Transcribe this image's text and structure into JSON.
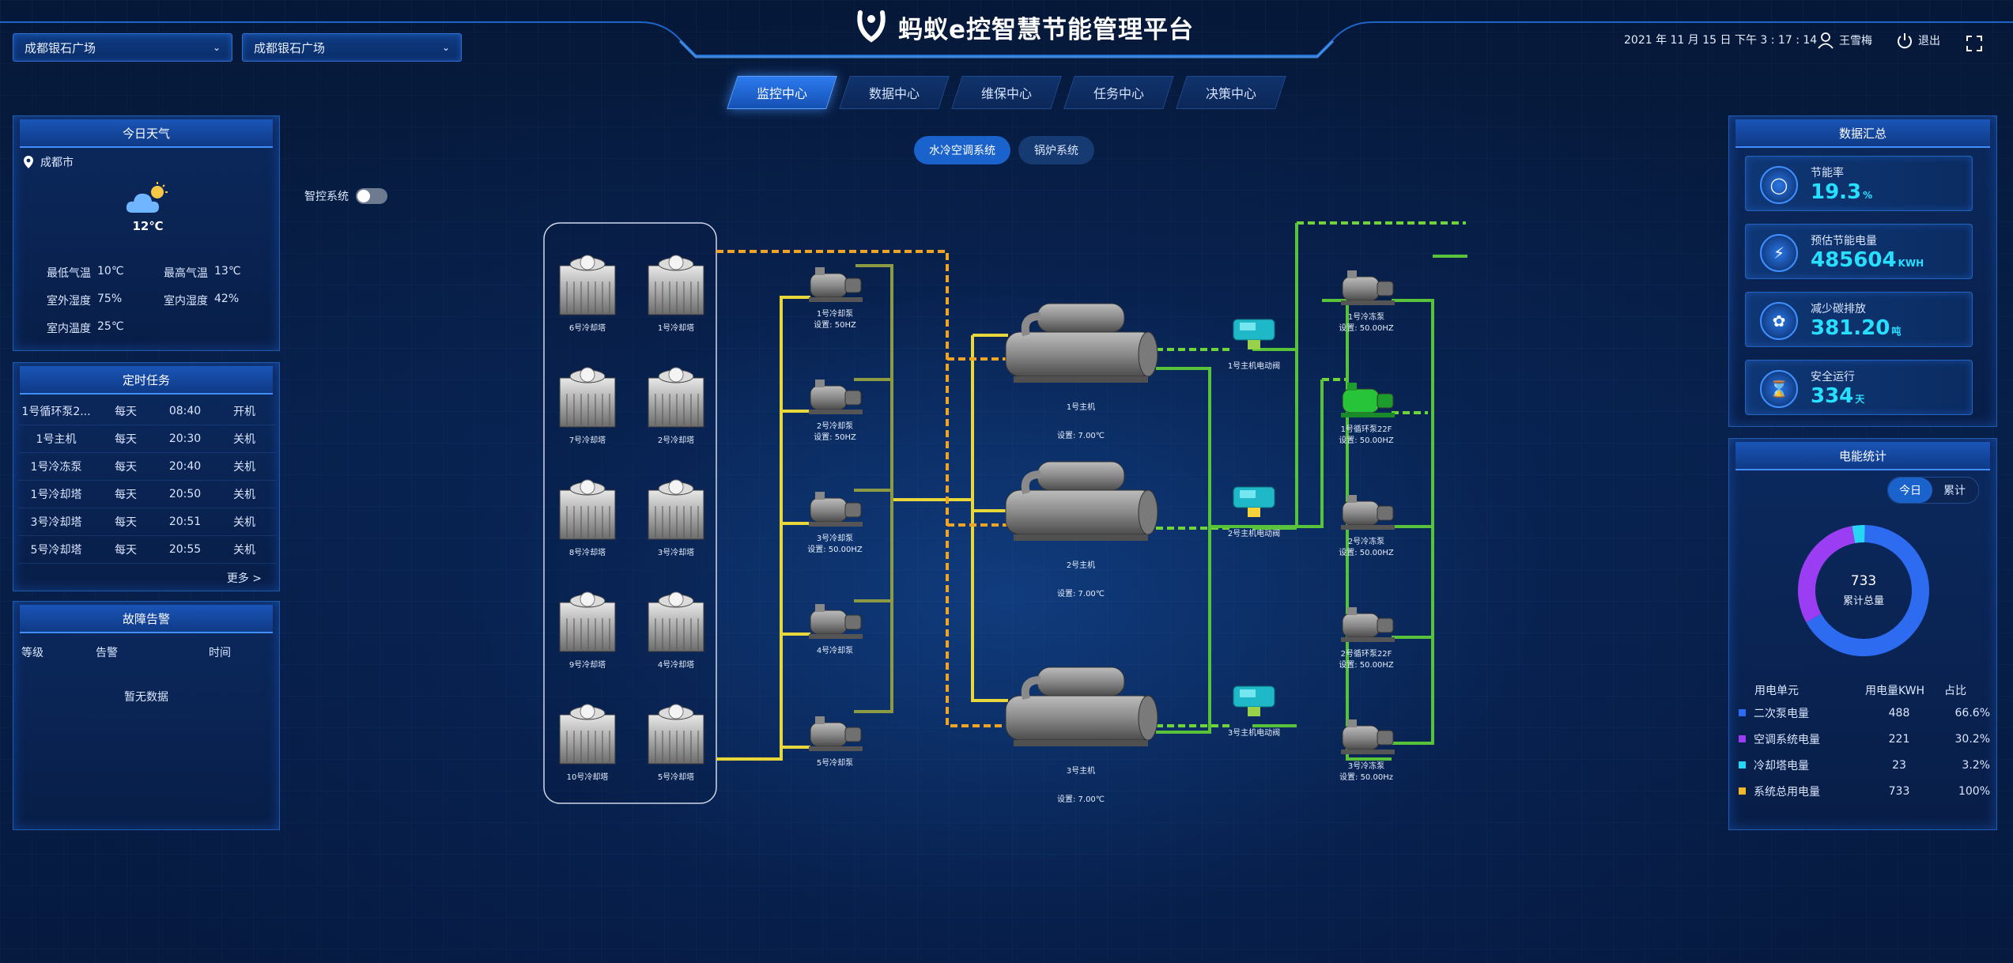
{
  "header": {
    "title": "蚂蚁e控智慧节能管理平台",
    "select1": "成都银石广场",
    "select2": "成都银石广场",
    "datetime": "2021 年 11 月 15 日 下午 3 : 17 : 14",
    "user": "王雪梅",
    "logout": "退出"
  },
  "tabs": [
    "监控中心",
    "数据中心",
    "维保中心",
    "任务中心",
    "决策中心"
  ],
  "subsystems": [
    "水冷空调系统",
    "锅炉系统"
  ],
  "smart_control_label": "智控系统",
  "weather": {
    "title": "今日天气",
    "city": "成都市",
    "temp": "12℃",
    "min_label": "最低气温",
    "min_value": "10℃",
    "max_label": "最高气温",
    "max_value": "13℃",
    "out_hum_label": "室外湿度",
    "out_hum_value": "75%",
    "in_hum_label": "室内湿度",
    "in_hum_value": "42%",
    "in_temp_label": "室内温度",
    "in_temp_value": "25℃"
  },
  "tasks": {
    "title": "定时任务",
    "rows": [
      {
        "name": "1号循环泵2...",
        "freq": "每天",
        "time": "08:40",
        "action": "开机"
      },
      {
        "name": "1号主机",
        "freq": "每天",
        "time": "20:30",
        "action": "关机"
      },
      {
        "name": "1号冷冻泵",
        "freq": "每天",
        "time": "20:40",
        "action": "关机"
      },
      {
        "name": "1号冷却塔",
        "freq": "每天",
        "time": "20:50",
        "action": "关机"
      },
      {
        "name": "3号冷却塔",
        "freq": "每天",
        "time": "20:51",
        "action": "关机"
      },
      {
        "name": "5号冷却塔",
        "freq": "每天",
        "time": "20:55",
        "action": "关机"
      }
    ],
    "more": "更多 >"
  },
  "alarms": {
    "title": "故障告警",
    "col_level": "等级",
    "col_alarm": "告警",
    "col_time": "时间",
    "empty": "暂无数据"
  },
  "summary": {
    "title": "数据汇总",
    "cards": [
      {
        "label": "节能率",
        "value": "19.3",
        "unit": "%",
        "icon": "bulb-icon"
      },
      {
        "label": "预估节能电量",
        "value": "485604",
        "unit": "KWH",
        "icon": "bolt-icon"
      },
      {
        "label": "减少碳排放",
        "value": "381.20",
        "unit": "吨",
        "icon": "leaf-icon"
      },
      {
        "label": "安全运行",
        "value": "334",
        "unit": "天",
        "icon": "hourglass-icon"
      }
    ]
  },
  "power": {
    "title": "电能统计",
    "toggle": [
      "今日",
      "累计"
    ],
    "total_value": "733",
    "total_label": "累计总量",
    "col_unit": "用电单元",
    "col_kwh": "用电量KWH",
    "col_pct": "占比",
    "rows": [
      {
        "name": "二次泵电量",
        "kwh": "488",
        "pct": "66.6%",
        "color": "#2d6bf0"
      },
      {
        "name": "空调系统电量",
        "kwh": "221",
        "pct": "30.2%",
        "color": "#9b3df2"
      },
      {
        "name": "冷却塔电量",
        "kwh": "23",
        "pct": "3.2%",
        "color": "#27d6f5"
      },
      {
        "name": "系统总用电量",
        "kwh": "733",
        "pct": "100%",
        "color": "#f5b82a"
      }
    ],
    "donut": [
      {
        "name": "二次泵电量",
        "value": 488,
        "color": "#2d6bf0"
      },
      {
        "name": "空调系统电量",
        "value": 221,
        "color": "#9b3df2"
      },
      {
        "name": "冷却塔电量",
        "value": 23,
        "color": "#27d6f5"
      }
    ]
  },
  "diagram": {
    "towers": [
      "6号冷却塔",
      "1号冷却塔",
      "7号冷却塔",
      "2号冷却塔",
      "8号冷却塔",
      "3号冷却塔",
      "9号冷却塔",
      "4号冷却塔",
      "10号冷却塔",
      "5号冷却塔"
    ],
    "cooling_pumps": [
      {
        "name": "1号冷却泵",
        "set": "设置: 50HZ"
      },
      {
        "name": "2号冷却泵",
        "set": "设置: 50HZ"
      },
      {
        "name": "3号冷却泵",
        "set": "设置: 50.00HZ"
      },
      {
        "name": "4号冷却泵",
        "set": ""
      },
      {
        "name": "5号冷却泵",
        "set": ""
      }
    ],
    "chillers": [
      {
        "name": "1号主机",
        "set": "设置: 7.00℃"
      },
      {
        "name": "2号主机",
        "set": "设置: 7.00℃"
      },
      {
        "name": "3号主机",
        "set": "设置: 7.00℃"
      }
    ],
    "valves": [
      "1号主机电动阀",
      "2号主机电动阀",
      "3号主机电动阀"
    ],
    "right_pumps": [
      {
        "name": "1号冷冻泵",
        "set": "设置: 50.00HZ"
      },
      {
        "name": "1号循环泵22F",
        "set": "设置: 50.00HZ"
      },
      {
        "name": "2号冷冻泵",
        "set": "设置: 50.00HZ"
      },
      {
        "name": "2号循环泵22F",
        "set": "设置: 50.00HZ"
      },
      {
        "name": "3号冷冻泵",
        "set": "设置: 50.00Hz"
      }
    ]
  }
}
